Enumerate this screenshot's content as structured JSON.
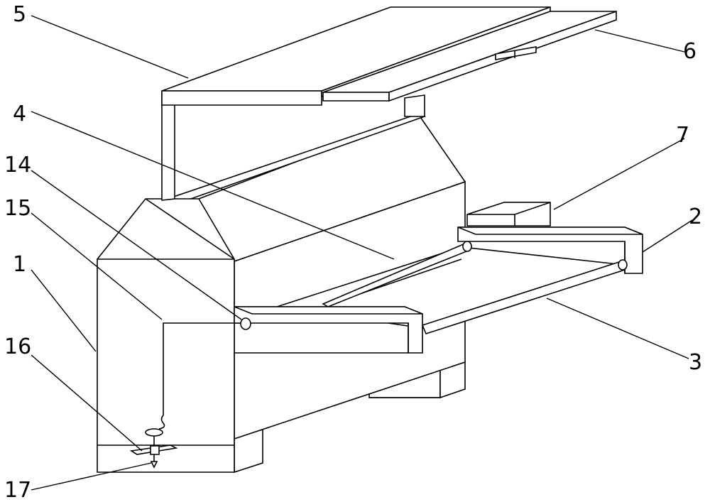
{
  "labels": {
    "l1": "1",
    "l2": "2",
    "l3": "3",
    "l4": "4",
    "l5": "5",
    "l6": "6",
    "l7": "7",
    "l14": "14",
    "l15": "15",
    "l16": "16",
    "l17": "17"
  }
}
